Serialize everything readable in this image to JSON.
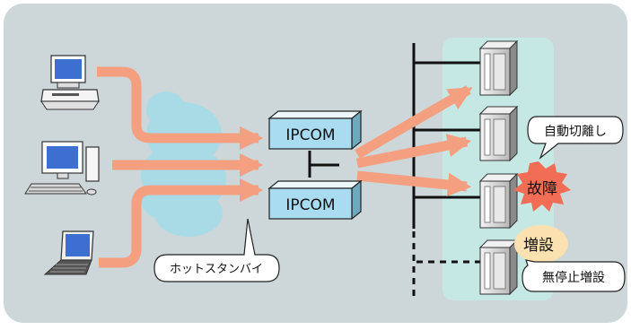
{
  "diagram": {
    "devices": [
      {
        "label": "IPCOM"
      },
      {
        "label": "IPCOM"
      }
    ],
    "callouts": {
      "hot_standby": "ホットスタンバイ",
      "auto_detach": "自動切離し",
      "nonstop_expansion": "無停止増設"
    },
    "bursts": {
      "failure": "故障",
      "expansion": "増設"
    },
    "colors": {
      "background": "#cdd6d8",
      "arrow": "#f4a080",
      "cloud": "#a9dbe6",
      "server_zone": "#c5e8e4",
      "device_front": "#a9dcf0",
      "failure_burst": "#f26d55",
      "expansion_burst": "#fbe1b0"
    }
  }
}
